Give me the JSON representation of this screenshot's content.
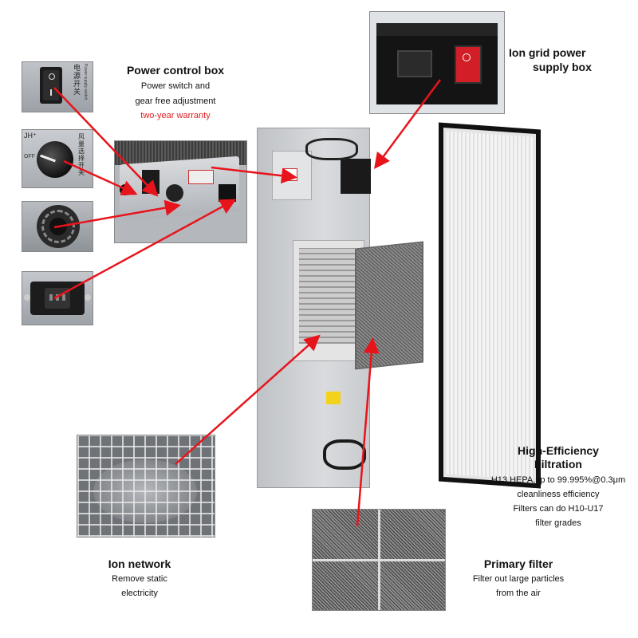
{
  "power_control_box": {
    "title": "Power control box",
    "line1": "Power switch and",
    "line2": "gear free adjustment",
    "warranty": "two-year warranty",
    "switch_label": "电源开关",
    "switch_label_en": "Power supply switch",
    "gear_label": "风量选择开关",
    "gear_off": "OFF"
  },
  "ion_grid": {
    "title_line1": "Ion grid power",
    "title_line2": "supply box"
  },
  "hepa": {
    "title_line1": "High-Efficiency",
    "title_line2": "Filtration",
    "line1": "H13 HEPA,up to 99.995%@0.3μm",
    "line2": "cleanliness efficiency",
    "line3": "Filters can do H10-U17",
    "line4": "filter grades"
  },
  "ion_network": {
    "title": "Ion network",
    "line1": "Remove static",
    "line2": "electricity"
  },
  "primary_filter": {
    "title": "Primary filter",
    "line1": "Filter out large particles",
    "line2": "from the air"
  },
  "colors": {
    "accent_red": "#e41e1e",
    "arrow_red": "#e8141c"
  }
}
